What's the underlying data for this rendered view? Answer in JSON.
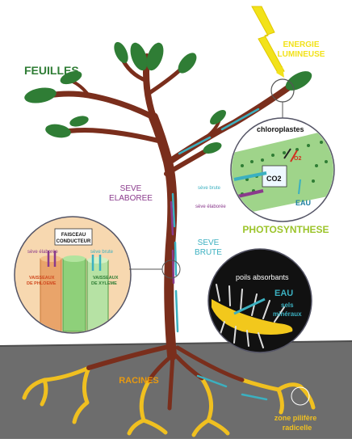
{
  "labels": {
    "energie_line1": "ENERGIE",
    "energie_line2": "LUMINEUSE",
    "feuilles": "FEUILLES",
    "seve_elaboree_line1": "SEVE",
    "seve_elaboree_line2": "ELABOREE",
    "seve_brute_line1": "SEVE",
    "seve_brute_line2": "BRUTE",
    "photosynthese": "PHOTOSYNTHESE",
    "racines": "RACINES",
    "zone_line1": "zone pilifère",
    "zone_line2": "radicelle"
  },
  "chloroplast_zoom": {
    "title": "chloroplastes",
    "co2": "CO2",
    "o2": "O2",
    "eau": "EAU",
    "seve_brute": "sève brute",
    "seve_elaboree": "sève élaborée"
  },
  "vessel_zoom": {
    "title_line1": "FAISCEAU",
    "title_line2": "CONDUCTEUR",
    "seve_elaboree": "sève élaborée",
    "seve_brute": "sève brute",
    "phloeme_line1": "VAISSEAUX",
    "phloeme_line2": "DE PHLOEME",
    "xyleme_line1": "VAISSEAUX",
    "xyleme_line2": "DE XYLEME"
  },
  "root_zoom": {
    "poils": "poils absorbants",
    "eau": "EAU",
    "sels_line1": "sels",
    "sels_line2": "minéraux"
  },
  "colors": {
    "trunk": "#7a2e1c",
    "leaf": "#2f7d35",
    "sap_brute": "#3bb0c0",
    "sap_elaboree": "#8a3a8c",
    "sun": "#f2e21a",
    "soil": "#6d6d6d",
    "roots": "#f0c020",
    "photosynthese": "#9cc42a"
  }
}
